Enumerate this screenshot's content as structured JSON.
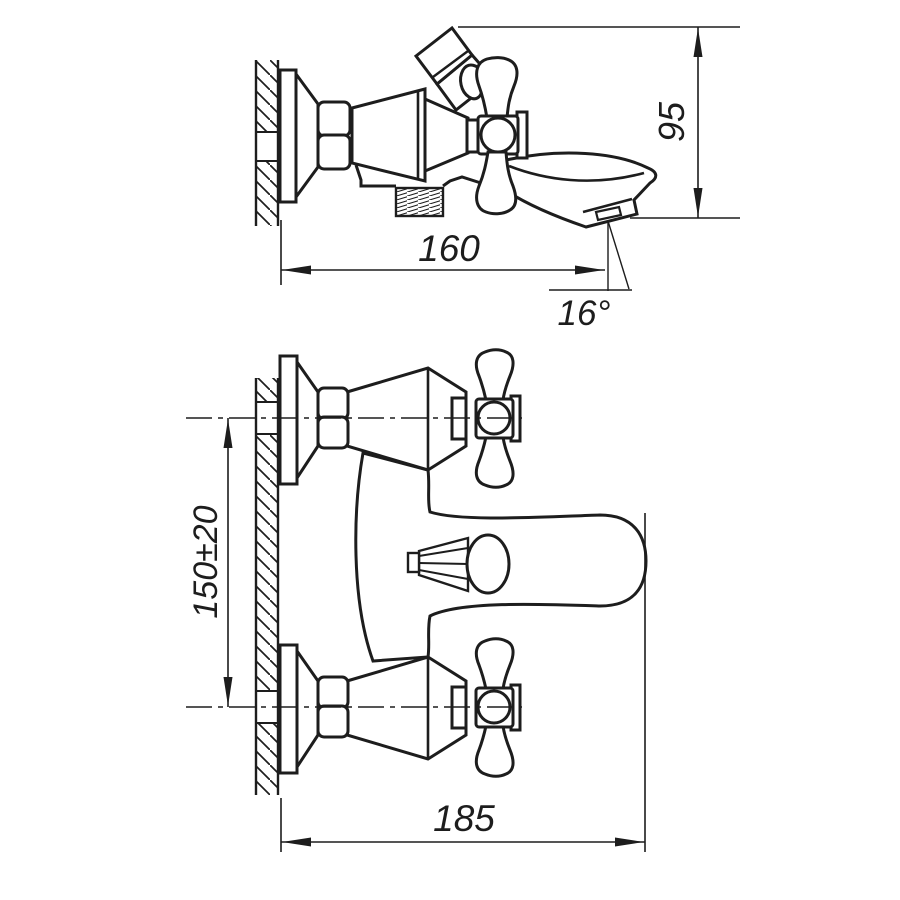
{
  "page": {
    "background": "#ffffff"
  },
  "drawing": {
    "stroke_color": "#1d1d1d",
    "views": {
      "side": {
        "name": "side-view"
      },
      "front": {
        "name": "front-view"
      }
    },
    "dimensions": {
      "height": {
        "label": "95"
      },
      "reach": {
        "label": "160"
      },
      "angle": {
        "label": "16°"
      },
      "spacing": {
        "label": "150±20"
      },
      "width": {
        "label": "185"
      }
    }
  }
}
